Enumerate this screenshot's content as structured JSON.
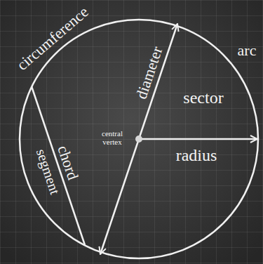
{
  "diagram": {
    "labels": [
      "circumference",
      "arc",
      "diameter",
      "sector",
      "central vertex",
      "radius",
      "chord",
      "segment"
    ]
  }
}
